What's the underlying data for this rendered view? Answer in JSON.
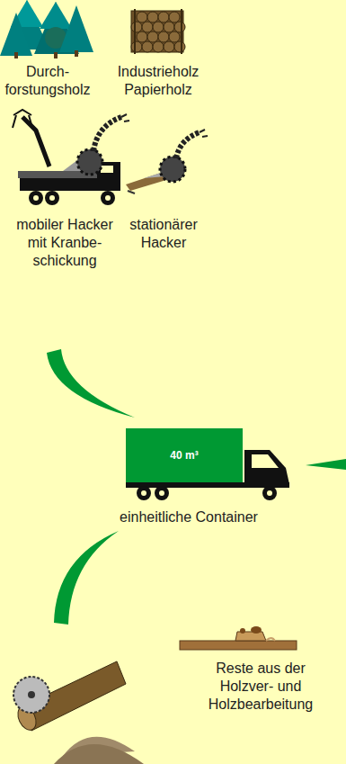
{
  "diagram": {
    "nodes": [
      {
        "text": [
          "40 m³",
          "einheitliche Container"
        ]
      }
    ],
    "labels": [
      "Durch- forstungsholz",
      "Industrieholz Papierholz",
      "mobiler Hacker mit Kranbe- schickung",
      "stationärer Hacker",
      "Reste aus der Holzver- und Holzbearbeitung"
    ]
  }
}
